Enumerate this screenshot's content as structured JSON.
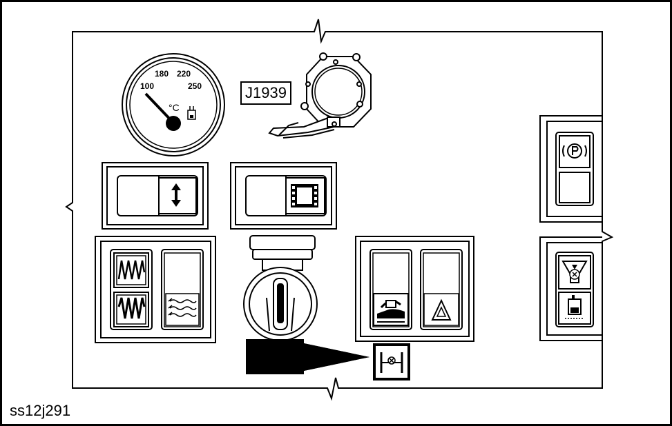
{
  "figure": {
    "id_label": "ss12j291"
  },
  "temperature_gauge": {
    "ticks": [
      "100",
      "180",
      "220",
      "250"
    ],
    "unit": "°C",
    "icon": "fluid-level-icon"
  },
  "connector": {
    "label": "J1939"
  },
  "switches": {
    "up_down": {
      "icon": "up-down-arrow-icon"
    },
    "film": {
      "icon": "filmstrip-icon"
    },
    "parking": {
      "icon": "parking-brake-icon"
    },
    "blank_right": {
      "icon": ""
    },
    "heat_high": {
      "icon": "heater-coil-icon"
    },
    "heat_low": {
      "icon": "heater-coil-icon"
    },
    "blank_left": {
      "icon": ""
    },
    "defrost": {
      "icon": "wavy-lines-icon"
    },
    "engine_brake": {
      "icon": "engine-brake-icon"
    },
    "hazard": {
      "icon": "hazard-triangle-icon"
    },
    "fuel_filter": {
      "icon": "fuel-filter-icon"
    },
    "fluid_drain": {
      "icon": "fluid-drain-icon"
    },
    "axle_lock": {
      "icon": "axle-lock-icon"
    }
  },
  "ignition": {
    "icon": "ignition-key-icon"
  },
  "pointer": {
    "icon": "large-arrow-icon"
  }
}
